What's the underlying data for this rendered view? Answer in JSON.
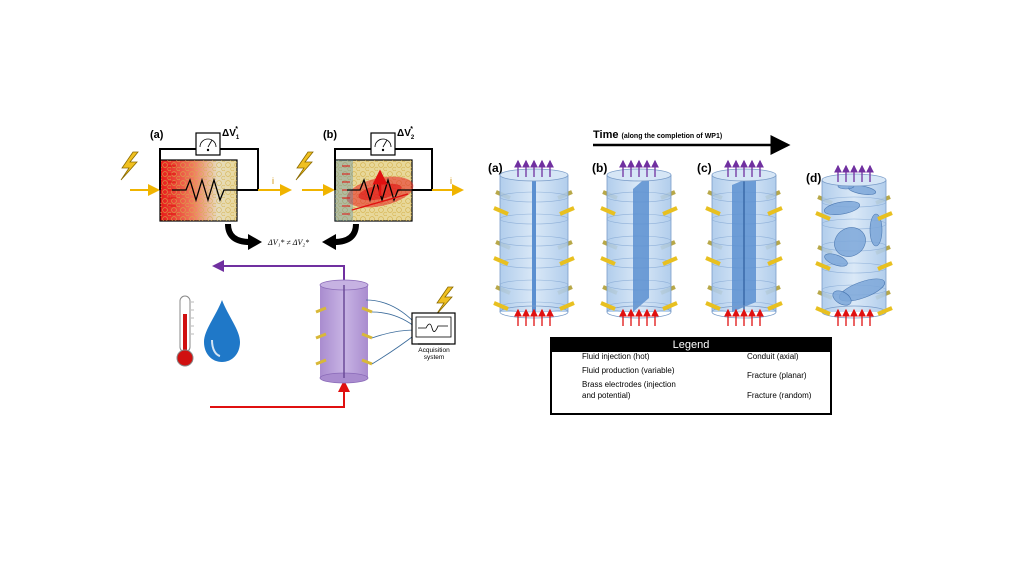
{
  "left": {
    "label_a": "(a)",
    "label_b": "(b)",
    "dv1": "ΔV",
    "dv1_sub": "1",
    "dv1_sup": "*",
    "dv2": "ΔV",
    "dv2_sub": "2",
    "dv2_sup": "*",
    "current": "i",
    "inequality": "ΔV₁* ≠ ΔV₂*",
    "acquisition": [
      "Acquisition",
      "system"
    ]
  },
  "right": {
    "time_bold": "Time",
    "time_rest": "(along the completion of WP1)",
    "panels": [
      "(a)",
      "(b)",
      "(c)",
      "(d)"
    ]
  },
  "legend": {
    "title": "Legend",
    "items_left": [
      {
        "label": "Fluid injection (hot)",
        "icon": "red-arrow-icon",
        "color": "#e01010"
      },
      {
        "label": "Fluid production (variable)",
        "icon": "purple-arrow-icon",
        "color": "#7030a0"
      },
      {
        "label": "Brass electrodes (injection",
        "label2": "and potential)",
        "icon": "yellow-bar-icon",
        "color": "#e8c020"
      }
    ],
    "items_right": [
      {
        "label": "Conduit (axial)",
        "icon": "conduit-icon"
      },
      {
        "label": "Fracture (planar)",
        "icon": "planar-fracture-icon"
      },
      {
        "label": "Fracture (random)",
        "icon": "random-fracture-icon"
      }
    ]
  },
  "colors": {
    "hot": "#e01010",
    "production": "#7030a0",
    "electrode": "#e8c020",
    "electrode_back": "#b8a848",
    "cylinder": "#bcd6ef",
    "conduit": "#5b8fd0",
    "drop": "#1f78c8"
  }
}
